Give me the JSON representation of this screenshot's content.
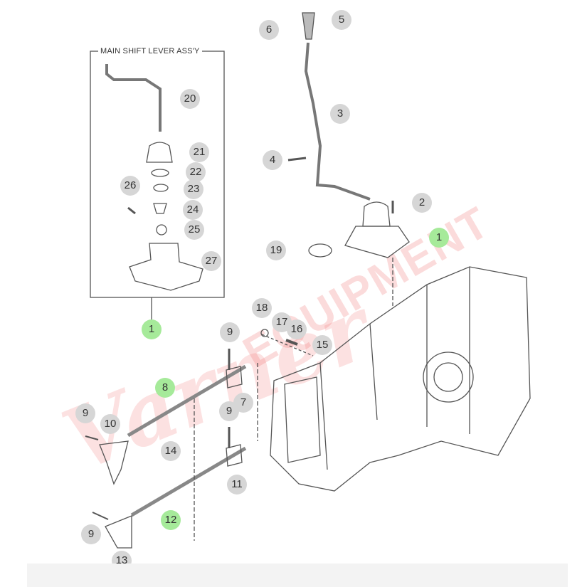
{
  "diagram": {
    "assembly_title": "MAIN SHIFT LEVER ASS'Y",
    "watermark": "Varner EQUIPMENT",
    "colors": {
      "callout": "#d6d6d6",
      "highlight": "#a6ea9a",
      "line": "#555555",
      "watermark": "#f07878"
    }
  },
  "callouts": [
    {
      "label": "5"
    },
    {
      "label": "6"
    },
    {
      "label": "3"
    },
    {
      "label": "4"
    },
    {
      "label": "2"
    },
    {
      "label": "1"
    },
    {
      "label": "19"
    },
    {
      "label": "20"
    },
    {
      "label": "21"
    },
    {
      "label": "22"
    },
    {
      "label": "23"
    },
    {
      "label": "24"
    },
    {
      "label": "25"
    },
    {
      "label": "26"
    },
    {
      "label": "27"
    },
    {
      "label": "1"
    },
    {
      "label": "18"
    },
    {
      "label": "17"
    },
    {
      "label": "16"
    },
    {
      "label": "15"
    },
    {
      "label": "9"
    },
    {
      "label": "8"
    },
    {
      "label": "7"
    },
    {
      "label": "9"
    },
    {
      "label": "9"
    },
    {
      "label": "10"
    },
    {
      "label": "14"
    },
    {
      "label": "11"
    },
    {
      "label": "9"
    },
    {
      "label": "12"
    },
    {
      "label": "13"
    }
  ]
}
